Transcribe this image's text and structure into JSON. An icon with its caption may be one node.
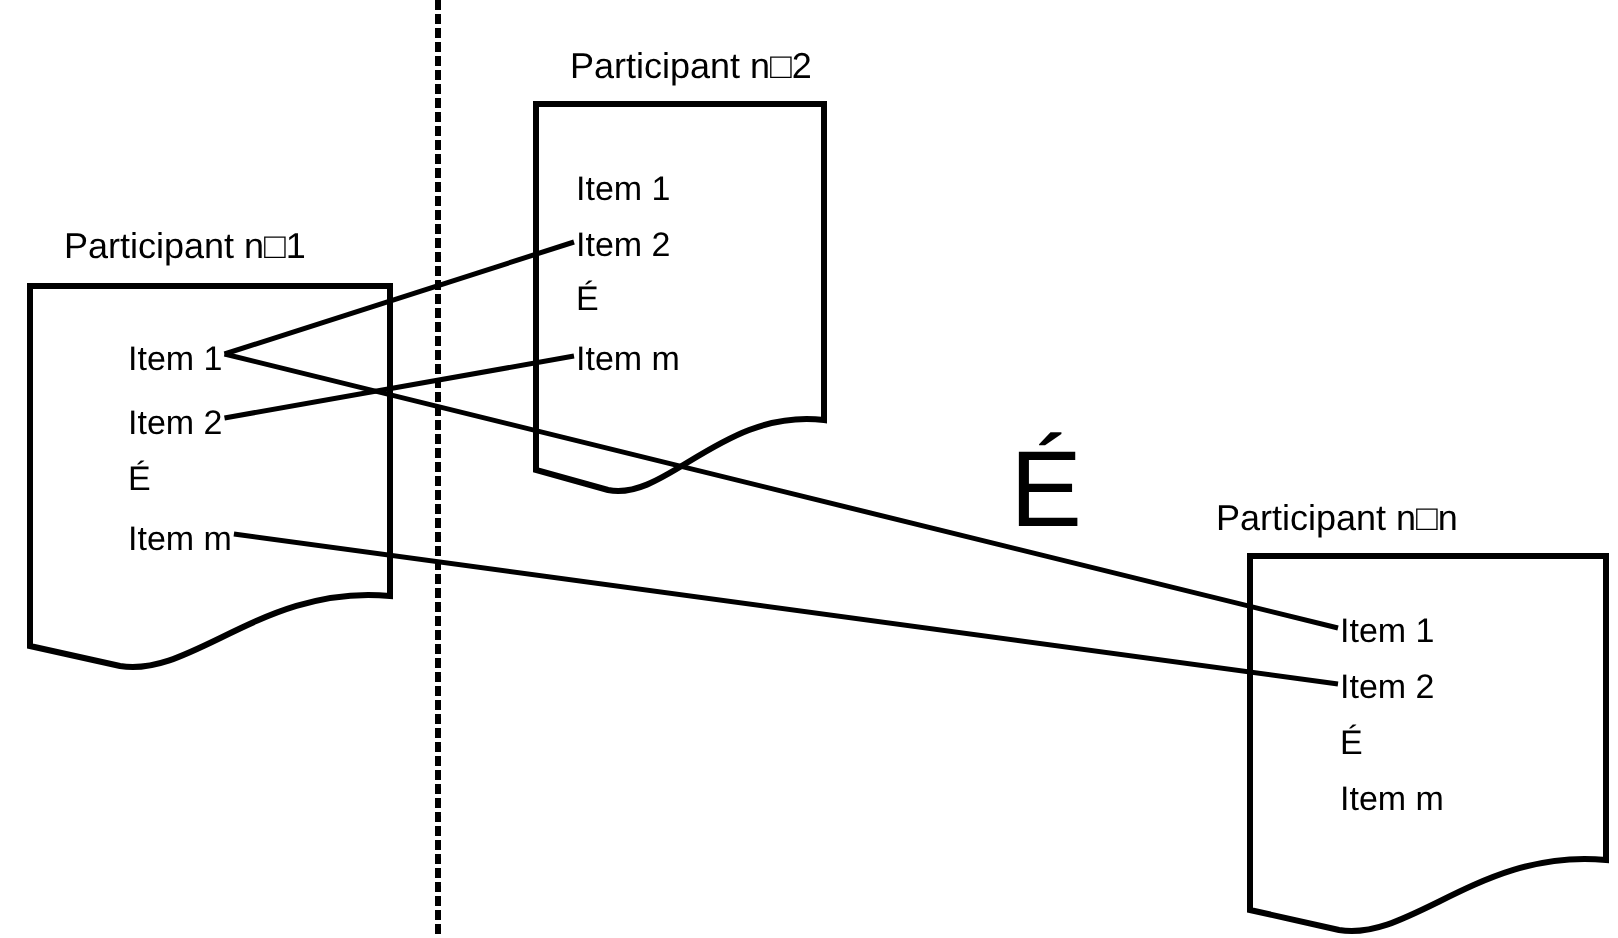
{
  "diagram": {
    "nodes": [
      {
        "text": [
          "Participant n□1"
        ]
      },
      {
        "text": [
          "Item 1"
        ],
        "in": 0
      },
      {
        "text": [
          "Item 2"
        ],
        "in": 0
      },
      {
        "text": [
          "É"
        ],
        "in": 0
      },
      {
        "text": [
          "Item m"
        ],
        "in": 0
      },
      {
        "text": [
          "Participant n□2"
        ]
      },
      {
        "text": [
          "Item 1"
        ],
        "in": 5
      },
      {
        "text": [
          "Item 2"
        ],
        "in": 5
      },
      {
        "text": [
          "É"
        ],
        "in": 5
      },
      {
        "text": [
          "Item m"
        ],
        "in": 5
      },
      {
        "text": [
          "Participant n□n"
        ]
      },
      {
        "text": [
          "Item 1"
        ],
        "in": 10
      },
      {
        "text": [
          "Item 2"
        ],
        "in": 10
      },
      {
        "text": [
          "É"
        ],
        "in": 10
      },
      {
        "text": [
          "Item m"
        ],
        "in": 10
      }
    ],
    "edges": [
      {
        "from": 1,
        "to": 7,
        "arrow": "none"
      },
      {
        "from": 1,
        "to": 11,
        "arrow": "none"
      },
      {
        "from": 2,
        "to": 9,
        "arrow": "none"
      },
      {
        "from": 4,
        "to": 12,
        "arrow": "none"
      }
    ],
    "labels": [
      "É"
    ]
  }
}
